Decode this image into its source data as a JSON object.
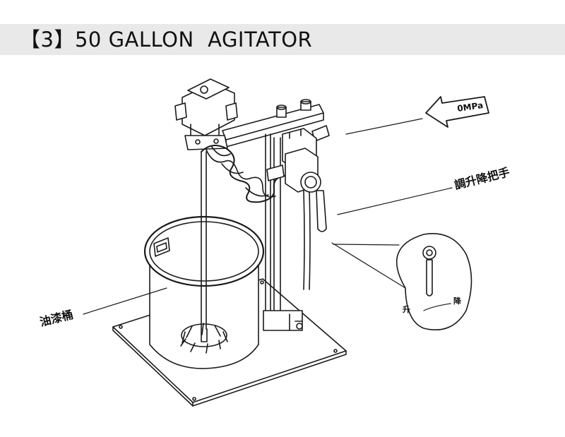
{
  "header": {
    "title": "【3】50 GALLON  AGITATOR"
  },
  "labels": {
    "pressure": "0MPa",
    "lift_handle": "調升降把手",
    "paint_bucket": "油漆桶",
    "raise": "升",
    "lower": "降"
  }
}
